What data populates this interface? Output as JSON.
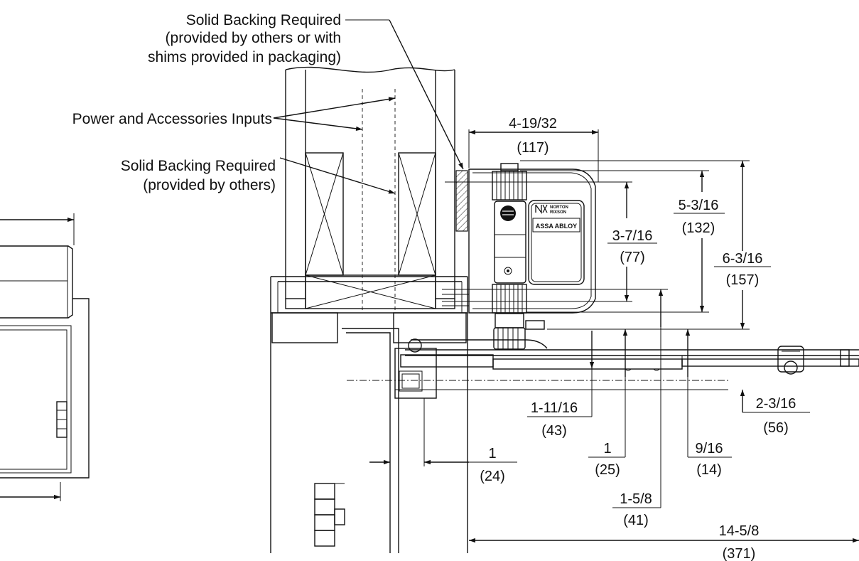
{
  "callouts": {
    "backing_top": [
      "Solid Backing Required",
      "(provided by others or with",
      "shims provided in packaging)"
    ],
    "power_inputs": "Power and Accessories Inputs",
    "backing_mid": [
      "Solid Backing Required",
      "(provided by others)"
    ]
  },
  "dimensions": {
    "width_117": {
      "imperial": "4-19/32",
      "metric": "(117)"
    },
    "height_132": {
      "imperial": "5-3/16",
      "metric": "(132)"
    },
    "height_77": {
      "imperial": "3-7/16",
      "metric": "(77)"
    },
    "height_157": {
      "imperial": "6-3/16",
      "metric": "(157)"
    },
    "offset_43": {
      "imperial": "1-11/16",
      "metric": "(43)"
    },
    "offset_56": {
      "imperial": "2-3/16",
      "metric": "(56)"
    },
    "offset_24": {
      "imperial": "1",
      "metric": "(24)"
    },
    "offset_25": {
      "imperial": "1",
      "metric": "(25)"
    },
    "offset_14": {
      "imperial": "9/16",
      "metric": "(14)"
    },
    "offset_41": {
      "imperial": "1-5/8",
      "metric": "(41)"
    },
    "arm_371": {
      "imperial": "14-5/8",
      "metric": "(371)"
    }
  },
  "logo": {
    "brand_line1": "NORTON",
    "brand_line2": "RIXSON",
    "company": "ASSA ABLOY"
  },
  "colors": {
    "line": "#111111",
    "background": "#ffffff"
  }
}
